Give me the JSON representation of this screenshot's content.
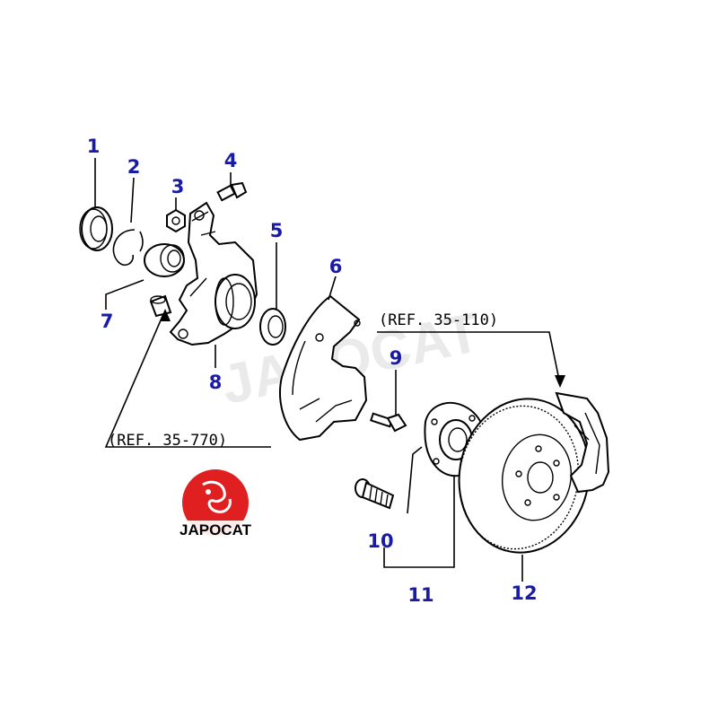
{
  "callouts": {
    "c1": "1",
    "c2": "2",
    "c3": "3",
    "c4": "4",
    "c5": "5",
    "c6": "6",
    "c7": "7",
    "c8": "8",
    "c9": "9",
    "c10": "10",
    "c11": "11",
    "c12": "12"
  },
  "references": {
    "ref_upper": "(REF. 35-110)",
    "ref_lower": "(REF. 35-770)"
  },
  "watermark": {
    "text": "JAPOCAT"
  },
  "logo": {
    "text": "JAPOCAT"
  },
  "colors": {
    "callout": "#1a1aa8",
    "line": "#000000",
    "logo": "#e02020",
    "watermark": "#d8d8d8"
  }
}
